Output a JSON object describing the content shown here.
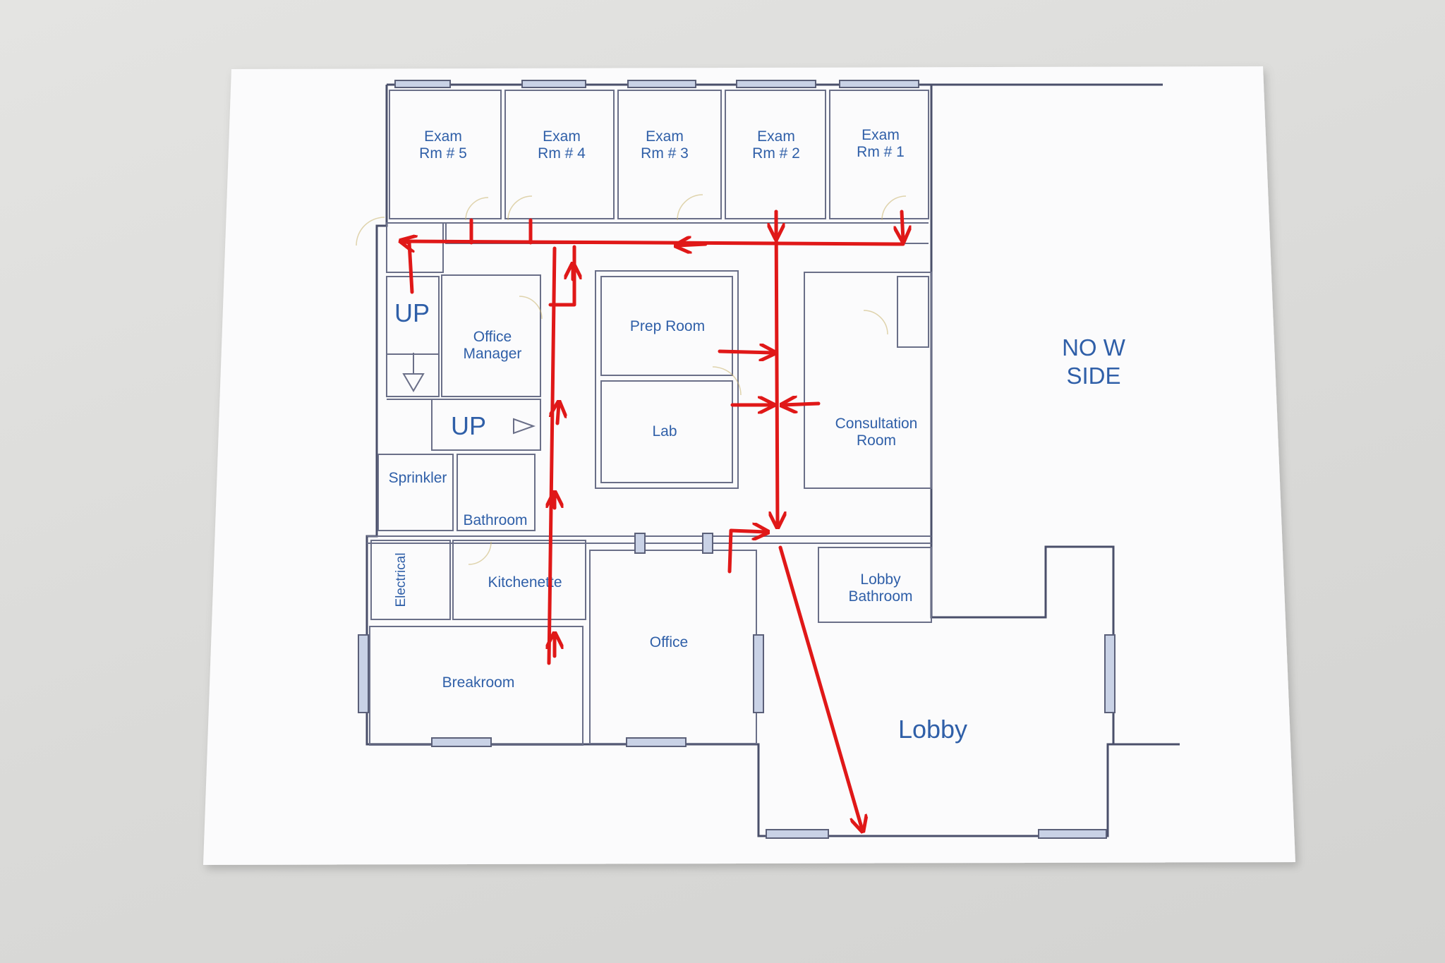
{
  "plan": {
    "rooms": {
      "exam5": [
        "Exam",
        "Rm # 5"
      ],
      "exam4": [
        "Exam",
        "Rm # 4"
      ],
      "exam3": [
        "Exam",
        "Rm # 3"
      ],
      "exam2": [
        "Exam",
        "Rm # 2"
      ],
      "exam1": [
        "Exam",
        "Rm # 1"
      ],
      "office_manager": [
        "Office",
        "Manager"
      ],
      "prep_room": "Prep Room",
      "lab": "Lab",
      "consultation": [
        "Consultation",
        "Room"
      ],
      "sprinkler": "Sprinkler",
      "bathroom": "Bathroom",
      "electrical": "Electrical",
      "kitchenette": "Kitchenette",
      "lobby_bathroom": [
        "Lobby",
        "Bathroom"
      ],
      "office": "Office",
      "breakroom": "Breakroom",
      "lobby": "Lobby"
    },
    "stairs": {
      "up1": "UP",
      "up2": "UP"
    },
    "side_note": [
      "NO W",
      "SIDE"
    ]
  },
  "colors": {
    "route": "#e01818",
    "label": "#2f5fa8",
    "wall": "#4a4f6a",
    "paper": "#fbfbfc"
  }
}
